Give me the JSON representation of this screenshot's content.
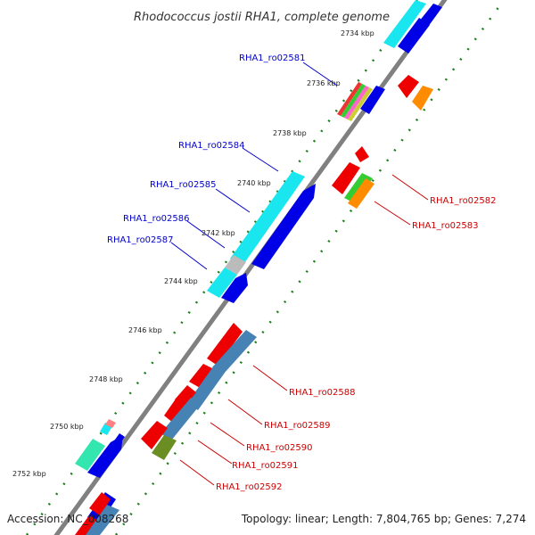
{
  "title": "Rhodococcus jostii RHA1, complete genome",
  "accession": "Accession: NC_008268",
  "summary": "Topology: linear; Length: 7,804,765 bp; Genes: 7,274",
  "colors": {
    "backbone": "#808080",
    "tick_dots": "#1a7f1a",
    "forward_label": "#0000cc",
    "reverse_label": "#cc0000",
    "blue": "#0000e6",
    "cyan": "#19e6ee",
    "red": "#ee0000",
    "orange": "#ff8c00",
    "steelblue": "#4682b4",
    "olive": "#6b8e23",
    "teal": "#33e6b0",
    "gray": "#bbbbbb"
  },
  "ticks": [
    {
      "label": "2734 kbp"
    },
    {
      "label": "2736 kbp"
    },
    {
      "label": "2738 kbp"
    },
    {
      "label": "2740 kbp"
    },
    {
      "label": "2742 kbp"
    },
    {
      "label": "2744 kbp"
    },
    {
      "label": "2746 kbp"
    },
    {
      "label": "2748 kbp"
    },
    {
      "label": "2750 kbp"
    },
    {
      "label": "2752 kbp"
    }
  ],
  "gene_labels_forward": [
    {
      "name": "RHA1_ro02581"
    },
    {
      "name": "RHA1_ro02584"
    },
    {
      "name": "RHA1_ro02585"
    },
    {
      "name": "RHA1_ro02586"
    },
    {
      "name": "RHA1_ro02587"
    }
  ],
  "gene_labels_reverse": [
    {
      "name": "RHA1_ro02582"
    },
    {
      "name": "RHA1_ro02583"
    },
    {
      "name": "RHA1_ro02588"
    },
    {
      "name": "RHA1_ro02589"
    },
    {
      "name": "RHA1_ro02590"
    },
    {
      "name": "RHA1_ro02591"
    },
    {
      "name": "RHA1_ro02592"
    }
  ]
}
